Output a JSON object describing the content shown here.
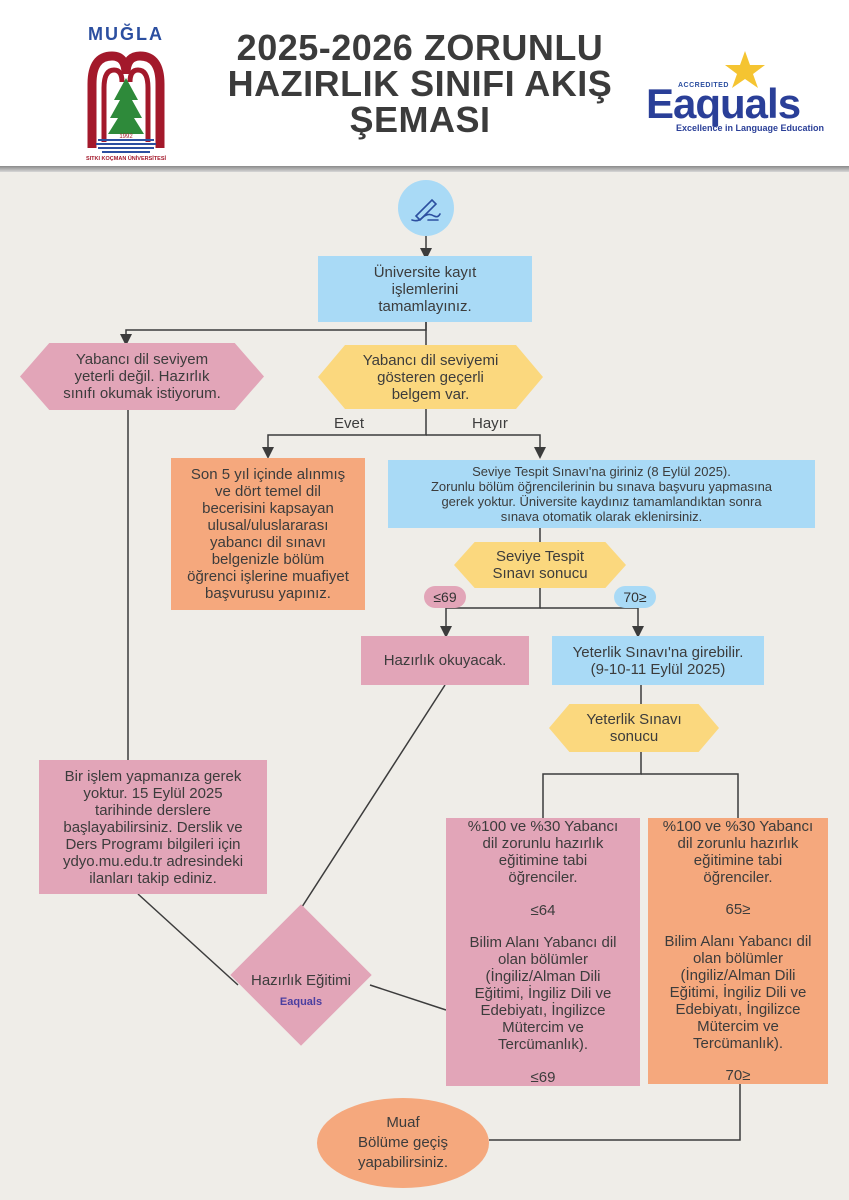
{
  "header": {
    "title_lines": [
      "2025-2026 ZORUNLU",
      "HAZIRLIK SINIFI AKIŞ",
      "ŞEMASI"
    ],
    "university_logo_text": "MUĞLA",
    "university_logo_subtext": "SITKI KOÇMAN ÜNİVERSİTESİ",
    "university_logo_year": "1992",
    "accreditor_badge": "ACCREDITED",
    "accreditor_name": "Eaquals",
    "accreditor_tagline": "Excellence in Language Education"
  },
  "icons": {
    "start": "hand-writing-icon",
    "star": "star-icon"
  },
  "colors": {
    "blue": "#a9daf6",
    "pink": "#e2a5b8",
    "orange": "#f5a87d",
    "yellow": "#fbd87e",
    "brand_blue": "#2a3f98",
    "star_gold": "#f5c431"
  },
  "nodes": {
    "registration": [
      "Üniversite kayıt",
      "işlemlerini",
      "tamamlayınız."
    ],
    "not_sufficient": [
      "Yabancı dil seviyem",
      "yeterli değil. Hazırlık",
      "sınıfı okumak istiyorum."
    ],
    "has_certificate": [
      "Yabancı dil seviyemi",
      "gösteren geçerli",
      "belgem var."
    ],
    "exemption_application": [
      "Son 5 yıl içinde alınmış",
      "ve dört temel dil",
      "becerisini kapsayan",
      "ulusal/uluslararası",
      "yabancı dil sınavı",
      "belgenizle bölüm",
      "öğrenci işlerine muafiyet",
      "başvurusu yapınız."
    ],
    "placement_exam": [
      "Seviye Tespit Sınavı'na giriniz (8 Eylül 2025).",
      "Zorunlu bölüm öğrencilerinin bu sınava başvuru yapmasına",
      "gerek yoktur. Üniversite kaydınız tamamlandıktan sonra",
      "sınava otomatik olarak eklenirsiniz."
    ],
    "placement_result": [
      "Seviye Tespit",
      "Sınavı sonucu"
    ],
    "prep_will_study": [
      "Hazırlık okuyacak."
    ],
    "proficiency_eligible": [
      "Yeterlik Sınavı'na girebilir.",
      "(9-10-11 Eylül 2025)"
    ],
    "proficiency_result": [
      "Yeterlik Sınavı",
      "sonucu"
    ],
    "no_action_needed": [
      "Bir işlem yapmanıza gerek",
      "yoktur. 15 Eylül 2025",
      "tarihinde derslere",
      "başlayabilirsiniz. Derslik ve",
      "Ders Programı bilgileri için",
      "ydyo.mu.edu.tr adresindeki",
      "ilanları takip ediniz."
    ],
    "fail_group": {
      "intro": [
        "%100 ve %30 Yabancı",
        "dil zorunlu hazırlık",
        "eğitimine tabi",
        "öğrenciler."
      ],
      "threshold_general": "≤64",
      "languages_intro": [
        "Bilim Alanı Yabancı dil",
        "olan bölümler",
        "(İngiliz/Alman Dili",
        "Eğitimi, İngiliz Dili ve",
        "Edebiyatı, İngilizce",
        "Mütercim ve",
        "Tercümanlık)."
      ],
      "threshold_languages": "≤69"
    },
    "pass_group": {
      "intro": [
        "%100 ve %30 Yabancı",
        "dil zorunlu hazırlık",
        "eğitimine tabi",
        "öğrenciler."
      ],
      "threshold_general": "65≥",
      "languages_intro": [
        "Bilim Alanı Yabancı dil",
        "olan bölümler",
        "(İngiliz/Alman Dili",
        "Eğitimi, İngiliz Dili ve",
        "Edebiyatı, İngilizce",
        "Mütercim ve",
        "Tercümanlık)."
      ],
      "threshold_languages": "70≥"
    },
    "prep_education": "Hazırlık Eğitimi",
    "prep_education_logo": "Eaquals",
    "exempt": [
      "Muaf",
      "Bölüme geçiş",
      "yapabilirsiniz."
    ]
  },
  "edge_labels": {
    "yes": "Evet",
    "no": "Hayır",
    "low_score": "≤69",
    "high_score": "70≥"
  }
}
